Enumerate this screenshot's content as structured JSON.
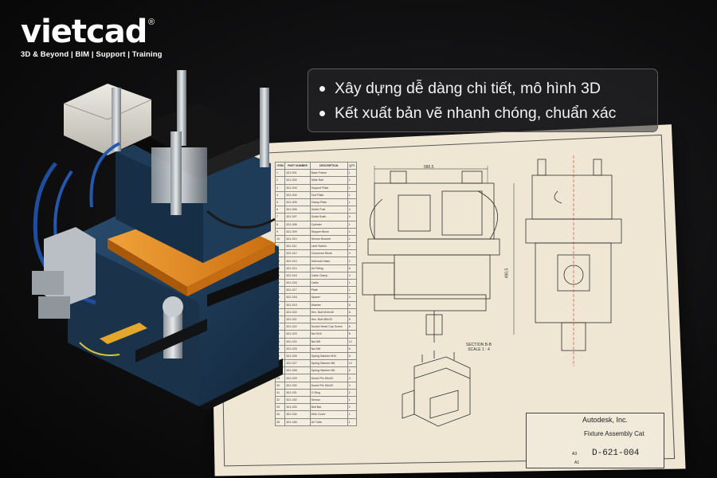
{
  "brand": {
    "name": "vietcad",
    "registered": "®",
    "tagline": "3D & Beyond | BIM | Support | Training"
  },
  "callout": {
    "bullets": [
      "Xây dựng dễ dàng chi tiết, mô hình 3D",
      "Kết xuất bản vẽ nhanh chóng, chuẩn xác"
    ]
  },
  "drawing": {
    "company": "Autodesk, Inc.",
    "title": "Fixture Assembly Cat",
    "number": "D-621-004",
    "size": "A3",
    "sheet": "A1",
    "section_label": "SECTION B-B",
    "section_scale": "SCALE 1 : 4",
    "dim_width": "580,5",
    "dim_height": "490,5",
    "bom_headers": [
      "ITEM",
      "PART NUMBER",
      "DESCRIPTION",
      "QTY"
    ],
    "bom_rows": [
      [
        "1",
        "621-001",
        "Base Frame",
        "1"
      ],
      [
        "2",
        "621-002",
        "Slide Rail",
        "2"
      ],
      [
        "3",
        "621-003",
        "Support Plate",
        "1"
      ],
      [
        "4",
        "621-004",
        "Tool Plate",
        "1"
      ],
      [
        "5",
        "621-005",
        "Clamp Plate",
        "1"
      ],
      [
        "6",
        "621-006",
        "Guide Post",
        "4"
      ],
      [
        "7",
        "621-007",
        "Guide Bush",
        "4"
      ],
      [
        "8",
        "621-008",
        "Cylinder",
        "1"
      ],
      [
        "9",
        "621-009",
        "Stopper Block",
        "2"
      ],
      [
        "10",
        "621-010",
        "Sensor Bracket",
        "1"
      ],
      [
        "11",
        "621-011",
        "Limit Switch",
        "2"
      ],
      [
        "12",
        "621-012",
        "Connector Block",
        "3"
      ],
      [
        "13",
        "621-013",
        "Solenoid Valve",
        "2"
      ],
      [
        "14",
        "621-014",
        "Air Fitting",
        "8"
      ],
      [
        "15",
        "621-015",
        "Cable Clamp",
        "4"
      ],
      [
        "16",
        "621-016",
        "Cable",
        "1"
      ],
      [
        "17",
        "621-017",
        "Plate",
        "1"
      ],
      [
        "18",
        "621-018",
        "Spacer",
        "4"
      ],
      [
        "19",
        "621-019",
        "Washer",
        "8"
      ],
      [
        "20",
        "621-020",
        "Hex. Bolt M10x40",
        "8"
      ],
      [
        "21",
        "621-021",
        "Hex. Bolt M6x20",
        "8"
      ],
      [
        "22",
        "621-022",
        "Socket Head Cap Screw",
        "8"
      ],
      [
        "23",
        "621-023",
        "Nut M10",
        "8"
      ],
      [
        "24",
        "621-024",
        "Nut M6",
        "12"
      ],
      [
        "25",
        "621-025",
        "Nut M8",
        "8"
      ],
      [
        "26",
        "621-026",
        "Spring Washer M10",
        "8"
      ],
      [
        "27",
        "621-027",
        "Spring Washer M8",
        "12"
      ],
      [
        "28",
        "621-028",
        "Spring Washer M6",
        "8"
      ],
      [
        "29",
        "621-029",
        "Dowel Pin D6x20",
        "4"
      ],
      [
        "30",
        "621-030",
        "Dowel Pin D8x20",
        "4"
      ],
      [
        "31",
        "621-031",
        "O-Ring",
        "2"
      ],
      [
        "32",
        "621-032",
        "Sensor",
        "1"
      ],
      [
        "33",
        "621-033",
        "Bolt Bar",
        "2"
      ],
      [
        "34",
        "621-034",
        "Wire Cover",
        "1"
      ],
      [
        "35",
        "621-035",
        "Air Tube",
        "1"
      ]
    ]
  },
  "colors": {
    "background": "#0b0b0c",
    "machine_blue": "#1f3d5a",
    "machine_orange": "#e48a1e",
    "paper": "#efe7d4"
  }
}
